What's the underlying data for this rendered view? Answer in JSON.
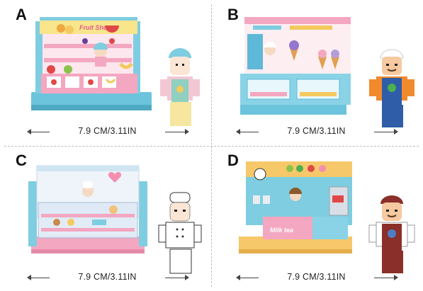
{
  "panels": [
    {
      "letter": "A",
      "dimension": "7.9 CM/3.11IN",
      "sign": "Fruit Sho"
    },
    {
      "letter": "B",
      "dimension": "7.9 CM/3.11IN"
    },
    {
      "letter": "C",
      "dimension": "7.9 CM/3.11IN"
    },
    {
      "letter": "D",
      "dimension": "7.9 CM/3.11IN",
      "sign": "Milk tea"
    }
  ],
  "colors": {
    "background": "#ffffff",
    "divider": "#bdbdbd",
    "brick_blue": "#7fcde0",
    "brick_pink": "#f4a7c0",
    "brick_yellow": "#f4c95d",
    "apron_blue": "#3f6fb5",
    "apron_brown": "#8a2f2a"
  }
}
